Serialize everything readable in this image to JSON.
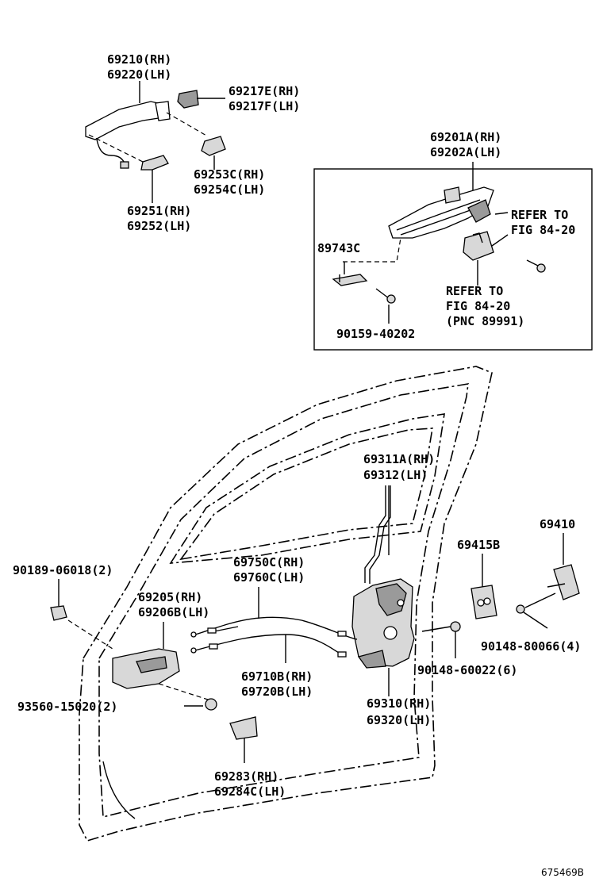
{
  "labels": {
    "handle_main_rh": "69210(RH)",
    "handle_main_lh": "69220(LH)",
    "handle_cap_rh": "69217E(RH)",
    "handle_cap_lh": "69217F(LH)",
    "pad_rh": "69253C(RH)",
    "pad_lh": "69254C(LH)",
    "pad2_rh": "69251(RH)",
    "pad2_lh": "69252(LH)",
    "frame_rh": "69201A(RH)",
    "frame_lh": "69202A(LH)",
    "refer1_line1": "REFER TO",
    "refer1_line2": "FIG 84-20",
    "part_89743c": "89743C",
    "refer2_line1": "REFER TO",
    "refer2_line2": "FIG 84-20",
    "refer2_line3": "(PNC 89991)",
    "bolt_90159": "90159-40202",
    "rod_rh": "69311A(RH)",
    "rod_lh": "69312(LH)",
    "striker": "69410",
    "striker_cover": "69415B",
    "clip_90189": "90189-06018(2)",
    "cable_upper_rh": "69750C(RH)",
    "cable_upper_lh": "69760C(LH)",
    "inner_handle_rh": "69205(RH)",
    "inner_handle_lh": "69206B(LH)",
    "screw_90148_4": "90148-80066(4)",
    "screw_90148_6": "90148-60022(6)",
    "cable_lower_rh": "69710B(RH)",
    "cable_lower_lh": "69720B(LH)",
    "lock_rh": "69310(RH)",
    "lock_lh": "69320(LH)",
    "screw_93560": "93560-15020(2)",
    "cover_rh": "69283(RH)",
    "cover_lh": "69284C(LH)",
    "figure_id": "675469B"
  }
}
